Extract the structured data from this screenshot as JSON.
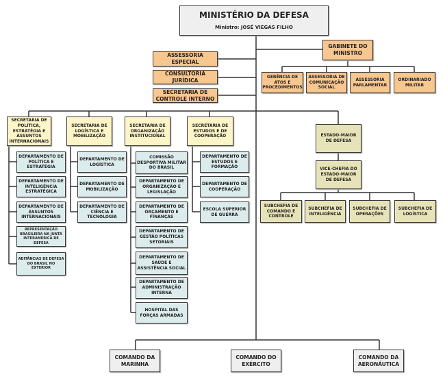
{
  "ministry": {
    "title": "MINISTÉRIO DA DEFESA",
    "minister": "Ministro: JOSÉ VIEGAS FILHO"
  },
  "advisory": [
    "ASSESSORIA ESPECIAL",
    "CONSULTORIA JURÍDICA",
    "SECRETARIA DE CONTROLE INTERNO"
  ],
  "cabinet": {
    "title": "GABINETE DO MINISTRO",
    "units": [
      "GERÊNCIA DE ATOS E PROCEDIMENTOS",
      "ASSESSORIA DE COMUNICAÇÃO SOCIAL",
      "ASSESSORIA PARLAMENTAR",
      "ORDINARIADO MILITAR"
    ]
  },
  "secretariats": [
    {
      "title": "SECRETARIA DE POLÍTICA, ESTRATÉGIA E ASSUNTOS INTERNACIONAIS",
      "units": [
        "DEPARTAMENTO DE POLÍTICA E ESTRATÉGIA",
        "DEPARTAMENTO DE INTELIGÊNCIA ESTRATÉGICA",
        "DEPARTAMENTO DE ASSUNTOS INTERNACIONAIS",
        "REPRESENTAÇÃO BRASILEIRA NA JUNTA INTERAMERICA DE DEFESA",
        "ADITÂNCIAS DE DEFESA DO BRASIL NO EXTERIOR"
      ]
    },
    {
      "title": "SECRETARIA DE LOGÍSTICA E MOBILIZAÇÃO",
      "units": [
        "DEPARTAMENTO DE LOGÍSTICA",
        "DEPARTAMENTO DE MOBILIZAÇÃO",
        "DEPARTAMENTO DE CIÊNCIA E TECNOLOGIA"
      ]
    },
    {
      "title": "SECRETARIA DE ORGANIZAÇÃO INSTITUCIONAL",
      "units": [
        "COMISSÃO DESPORTIVA MILITAR DO BRASIL",
        "DEPARTAMENTO DE ORGANIZAÇÃO E LEGISLAÇÃO",
        "DEPARTAMENTO DE ORÇAMENTO E FINANÇAS",
        "DEPARTAMENTO DE GESTÃO POLÍTICAS SETORIAIS",
        "DEPARTAMENTO DE SAÚDE E ASSISTÊNCIA SOCIAL",
        "DEPARTAMENTO DE ADMINISTRAÇÃO INTERNA",
        "HOSPITAL DAS FORÇAS ARMADAS"
      ]
    },
    {
      "title": "SECRETARIA DE ESTUDOS E DE COOPERAÇÃO",
      "units": [
        "DEPARTAMENTO DE ESTUDOS E FORMAÇÃO",
        "DEPARTAMENTO DE COOPERAÇÃO",
        "ESCOLA SUPERIOR DE GUERRA"
      ]
    }
  ],
  "staff": {
    "title": "ESTADO-MAIOR DE DEFESA",
    "vice": "VICE-CHEFIA DO ESTADO-MAIOR DE DEFESA",
    "units": [
      "SUBCHEFIA DE COMANDO E CONTROLE",
      "SUBCHEFIA DE INTELIGÊNCIA",
      "SUBCHEFIA DE OPERAÇÕES",
      "SUBCHEFIA DE LOGÍSTICA"
    ]
  },
  "commands": [
    "COMANDO DA MARINHA",
    "COMANDO DO EXÉRCITO",
    "COMANDO DA AERONÁUTICA"
  ],
  "colors": {
    "ministry": "#efefef",
    "orange": "#f8c68f",
    "secretariat": "#fdf4c8",
    "department": "#dcebec",
    "staff": "#e7e3b8"
  }
}
